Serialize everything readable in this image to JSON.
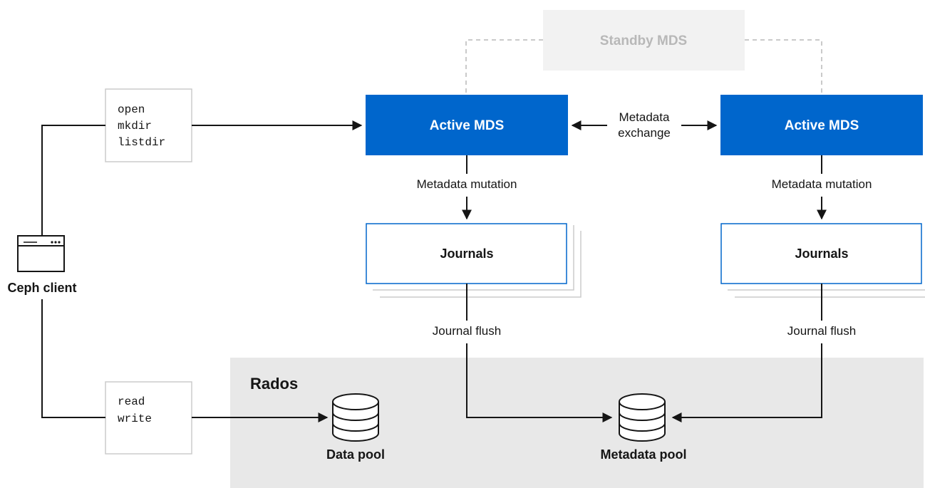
{
  "rados": {
    "label": "Rados"
  },
  "standby_mds": {
    "label": "Standby MDS"
  },
  "active_mds_left": {
    "label": "Active MDS"
  },
  "active_mds_right": {
    "label": "Active MDS"
  },
  "metadata_exchange": {
    "line1": "Metadata",
    "line2": "exchange"
  },
  "metadata_mutation_left": {
    "label": "Metadata mutation"
  },
  "metadata_mutation_right": {
    "label": "Metadata mutation"
  },
  "journals_left": {
    "label": "Journals"
  },
  "journals_right": {
    "label": "Journals"
  },
  "journal_flush_left": {
    "label": "Journal flush"
  },
  "journal_flush_right": {
    "label": "Journal flush"
  },
  "metadata_ops": {
    "lines": [
      "open",
      "mkdir",
      "listdir"
    ]
  },
  "data_ops": {
    "lines": [
      "read",
      "write"
    ]
  },
  "ceph_client": {
    "label": "Ceph client"
  },
  "data_pool": {
    "label": "Data pool"
  },
  "metadata_pool": {
    "label": "Metadata pool"
  },
  "colors": {
    "active_mds": "#0066cc",
    "journal_border": "#0066cc",
    "rados_bg": "#e8e8e8",
    "standby_bg": "#f2f2f2",
    "standby_text": "#b8b8b8",
    "line": "#151515"
  }
}
